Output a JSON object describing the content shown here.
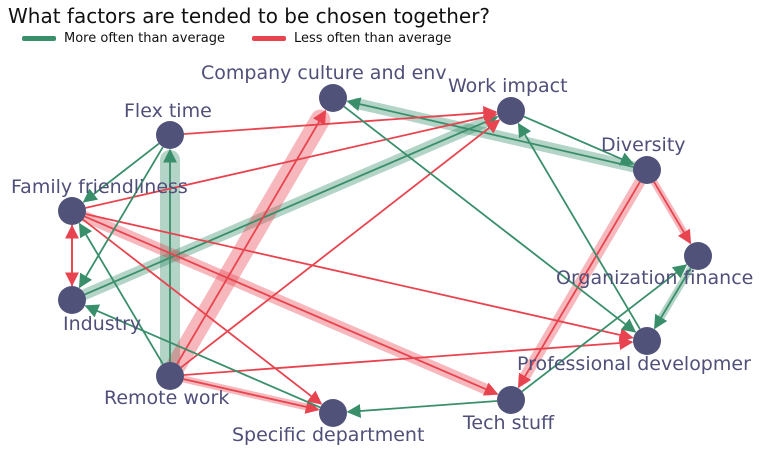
{
  "title": "What factors are tended to be chosen together?",
  "legend": [
    {
      "label": "More often than average",
      "color": "#3a8f6b"
    },
    {
      "label": "Less often than average",
      "color": "#e8444f"
    }
  ],
  "colors": {
    "node": "#50527a",
    "label": "#4f4f7a",
    "positive": "#3a8f6b",
    "negative": "#e8444f"
  },
  "nodes": [
    {
      "id": "company_culture",
      "label": "Company culture and env"
    },
    {
      "id": "work_impact",
      "label": "Work impact"
    },
    {
      "id": "flex_time",
      "label": "Flex time"
    },
    {
      "id": "diversity",
      "label": "Diversity"
    },
    {
      "id": "family_friendliness",
      "label": "Family friendliness"
    },
    {
      "id": "organization_finance",
      "label": "Organization finance"
    },
    {
      "id": "industry",
      "label": "Industry"
    },
    {
      "id": "professional_development",
      "label": "Professional developmer"
    },
    {
      "id": "remote_work",
      "label": "Remote work"
    },
    {
      "id": "tech_stuff",
      "label": "Tech stuff"
    },
    {
      "id": "specific_department",
      "label": "Specific department"
    }
  ],
  "edges": [
    {
      "source": "remote_work",
      "target": "flex_time",
      "relation": "more",
      "strength": "strong"
    },
    {
      "source": "industry",
      "target": "work_impact",
      "relation": "more",
      "strength": "medium"
    },
    {
      "source": "diversity",
      "target": "company_culture",
      "relation": "more",
      "strength": "medium"
    },
    {
      "source": "organization_finance",
      "target": "professional_development",
      "relation": "more",
      "strength": "weak"
    },
    {
      "source": "remote_work",
      "target": "company_culture",
      "relation": "less",
      "strength": "strong"
    },
    {
      "source": "diversity",
      "target": "tech_stuff",
      "relation": "less",
      "strength": "medium"
    },
    {
      "source": "family_friendliness",
      "target": "tech_stuff",
      "relation": "less",
      "strength": "medium"
    },
    {
      "source": "diversity",
      "target": "organization_finance",
      "relation": "less",
      "strength": "weak"
    },
    {
      "source": "remote_work",
      "target": "specific_department",
      "relation": "less",
      "strength": "weak"
    },
    {
      "source": "family_friendliness",
      "target": "work_impact",
      "relation": "less",
      "strength": "thin"
    },
    {
      "source": "flex_time",
      "target": "work_impact",
      "relation": "less",
      "strength": "thin"
    },
    {
      "source": "remote_work",
      "target": "work_impact",
      "relation": "less",
      "strength": "thin"
    },
    {
      "source": "family_friendliness",
      "target": "professional_development",
      "relation": "less",
      "strength": "thin"
    },
    {
      "source": "family_friendliness",
      "target": "specific_department",
      "relation": "less",
      "strength": "thin"
    },
    {
      "source": "remote_work",
      "target": "professional_development",
      "relation": "less",
      "strength": "thin"
    },
    {
      "source": "family_friendliness",
      "target": "industry",
      "relation": "less",
      "strength": "thin"
    },
    {
      "source": "industry",
      "target": "family_friendliness",
      "relation": "less",
      "strength": "thin"
    },
    {
      "source": "flex_time",
      "target": "family_friendliness",
      "relation": "more",
      "strength": "thin"
    },
    {
      "source": "remote_work",
      "target": "family_friendliness",
      "relation": "more",
      "strength": "thin"
    },
    {
      "source": "flex_time",
      "target": "industry",
      "relation": "more",
      "strength": "thin"
    },
    {
      "source": "work_impact",
      "target": "diversity",
      "relation": "more",
      "strength": "thin"
    },
    {
      "source": "company_culture",
      "target": "professional_development",
      "relation": "more",
      "strength": "thin"
    },
    {
      "source": "professional_development",
      "target": "work_impact",
      "relation": "more",
      "strength": "thin"
    },
    {
      "source": "tech_stuff",
      "target": "organization_finance",
      "relation": "more",
      "strength": "thin"
    },
    {
      "source": "tech_stuff",
      "target": "specific_department",
      "relation": "more",
      "strength": "thin"
    },
    {
      "source": "specific_department",
      "target": "industry",
      "relation": "more",
      "strength": "thin"
    }
  ]
}
